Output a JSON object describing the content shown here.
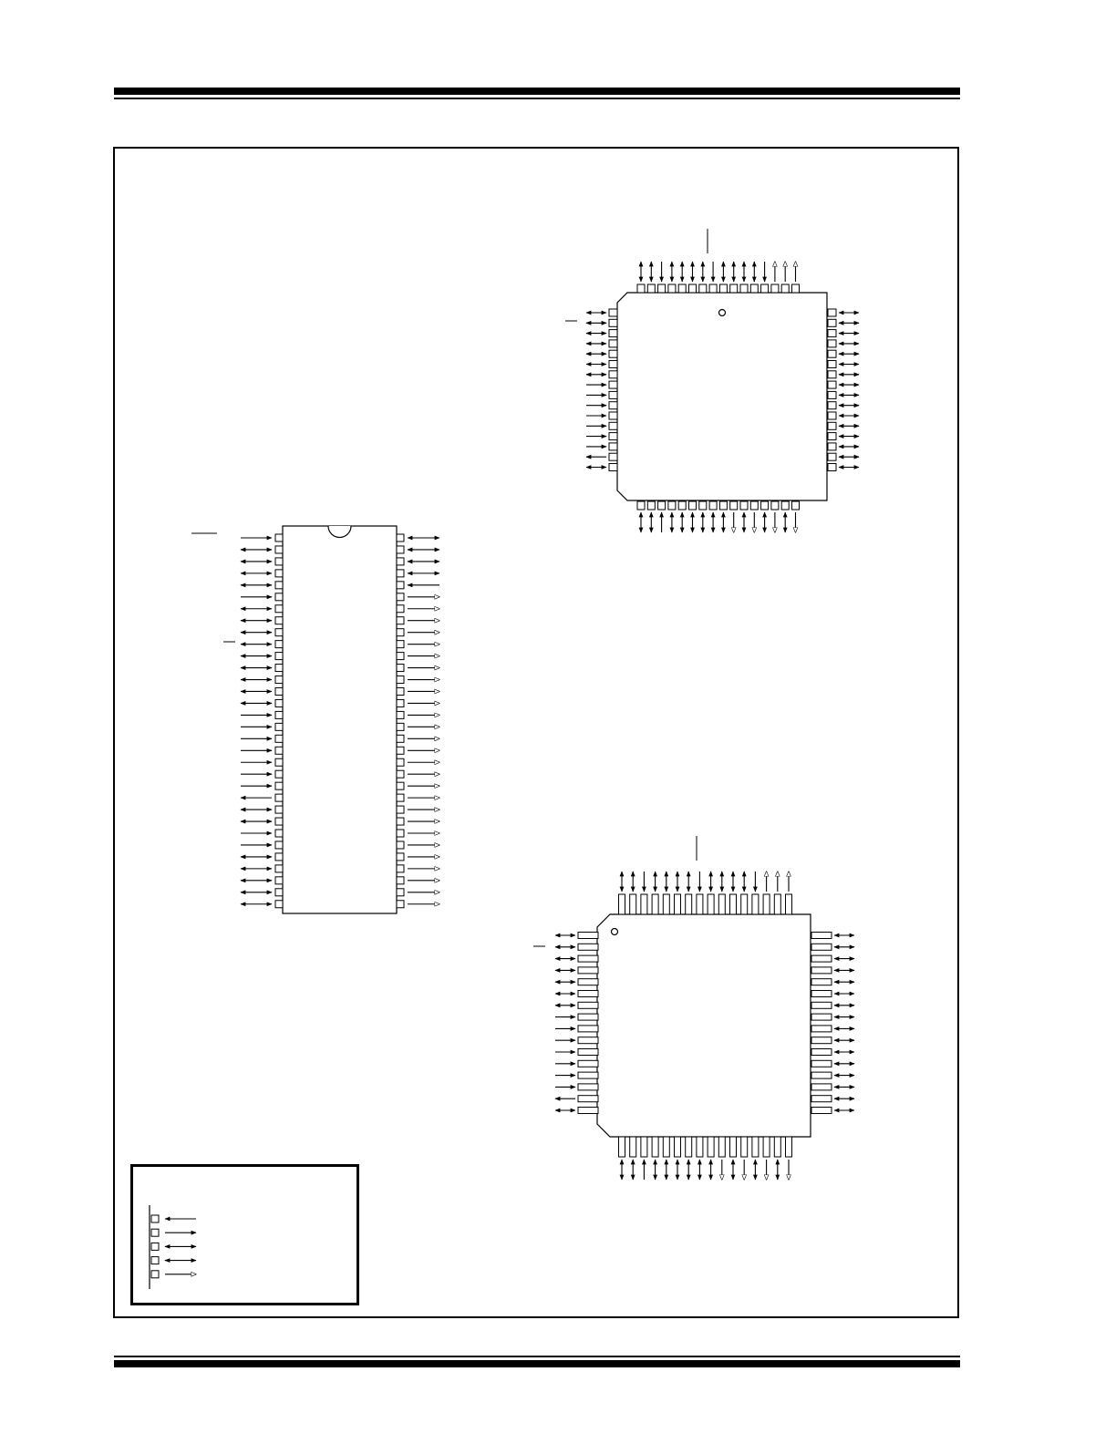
{
  "page": {
    "title": "",
    "header_text": "",
    "footer_text": ""
  },
  "colors": {
    "ink": "#000000",
    "paper": "#ffffff"
  },
  "diagram": {
    "caption": "",
    "packages": [
      {
        "id": "tqfp-small",
        "pins_per_side": 16,
        "pin_one_marker": "circle"
      },
      {
        "id": "dip",
        "pins_per_side": 32,
        "pin_one_marker": "notch"
      },
      {
        "id": "tqfp-large",
        "pins_per_side": 16,
        "pin_one_marker": "circle"
      }
    ],
    "pin_direction_key": [
      "input",
      "output",
      "bidirectional",
      "bidirectional",
      "open-output"
    ],
    "legend": {
      "title": "",
      "entries": [
        "",
        "",
        "",
        "",
        ""
      ]
    }
  }
}
